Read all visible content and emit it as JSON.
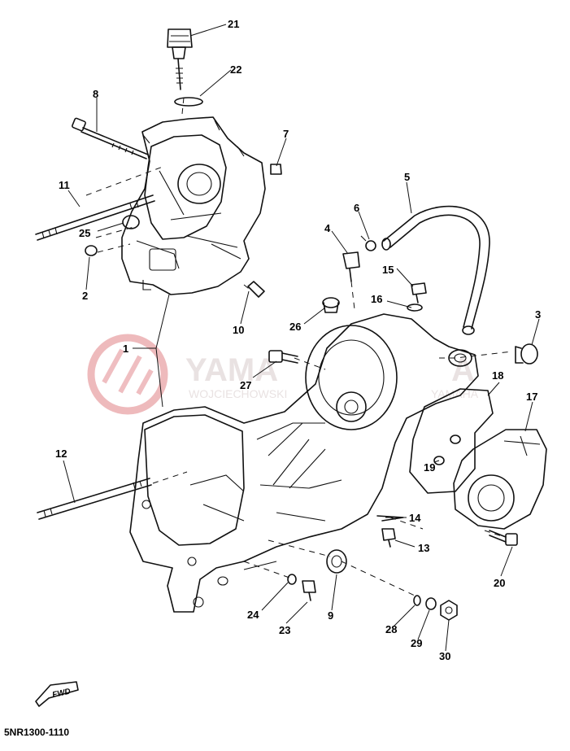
{
  "watermark": {
    "line1": "YAMA",
    "line1_tail": "A",
    "line2": "WOJCIECHOWSKI",
    "line2_tail": "YAMAHA",
    "logo_color": "#e8a3a6",
    "text_color": "#e9e2e2"
  },
  "diagram_code": "5NR1300-1110",
  "fwd_label": "FWD",
  "callouts": [
    "21",
    "22",
    "8",
    "7",
    "11",
    "25",
    "2",
    "10",
    "5",
    "6",
    "4",
    "15",
    "16",
    "26",
    "3",
    "1",
    "27",
    "18",
    "17",
    "19",
    "12",
    "14",
    "13",
    "20",
    "24",
    "23",
    "9",
    "28",
    "29",
    "30"
  ]
}
